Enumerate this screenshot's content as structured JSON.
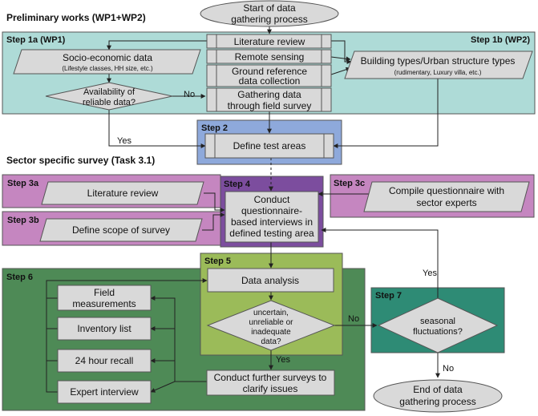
{
  "headings": {
    "preliminary": "Preliminary works (WP1+WP2)",
    "sector": "Sector specific survey (Task 3.1)"
  },
  "steps": {
    "s1a": "Step 1a (WP1)",
    "s1b": "Step 1b (WP2)",
    "s2": "Step 2",
    "s3a": "Step 3a",
    "s3b": "Step 3b",
    "s3c": "Step 3c",
    "s4": "Step 4",
    "s5": "Step 5",
    "s6": "Step 6",
    "s7": "Step 7"
  },
  "terminals": {
    "start": [
      "Start of data",
      "gathering process"
    ],
    "end": [
      "End of data",
      "gathering process"
    ]
  },
  "processes": {
    "lit_review": "Literature review",
    "remote_sensing": "Remote sensing",
    "ground_ref": [
      "Ground reference",
      "data collection"
    ],
    "field_survey": [
      "Gathering data",
      "through field survey"
    ],
    "test_areas": "Define test areas",
    "interviews": [
      "Conduct",
      "questionnaire-",
      "based interviews in",
      "defined testing area"
    ],
    "data_analysis": "Data analysis",
    "further_surveys": [
      "Conduct further surveys to",
      "clarify issues"
    ],
    "field_meas": [
      "Field",
      "measurements"
    ],
    "inventory": "Inventory list",
    "recall": "24 hour recall",
    "expert": "Expert interview"
  },
  "data_nodes": {
    "socio": "Socio-economic data",
    "socio_sub": "(Lifestyle classes, HH size, etc.)",
    "building": "Building types/Urban structure types",
    "building_sub": "(rudimentary, Luxury villa, etc.)",
    "lit_review_3a": "Literature review",
    "scope": "Define scope of survey",
    "compile": [
      "Compile questionnaire with",
      "sector experts"
    ]
  },
  "decisions": {
    "availability": [
      "Availability of",
      "reliable data?"
    ],
    "uncertain": [
      "uncertain,",
      "unreliable or",
      "inadequate",
      "data?"
    ],
    "seasonal": [
      "seasonal",
      "fluctuations?"
    ]
  },
  "edge_labels": {
    "no1": "No",
    "yes1": "Yes",
    "no2": "No",
    "yes2": "Yes",
    "yes3": "Yes",
    "no3": "No"
  },
  "colors": {
    "step1": "#aedbd7",
    "step2": "#8ea9db",
    "step3": "#c586c0",
    "step4": "#7c4d9e",
    "step5": "#9bbb59",
    "step6": "#4e8a56",
    "step7": "#2e8b75",
    "node": "#d9d9d9",
    "terminal": "#d9d9d9"
  }
}
